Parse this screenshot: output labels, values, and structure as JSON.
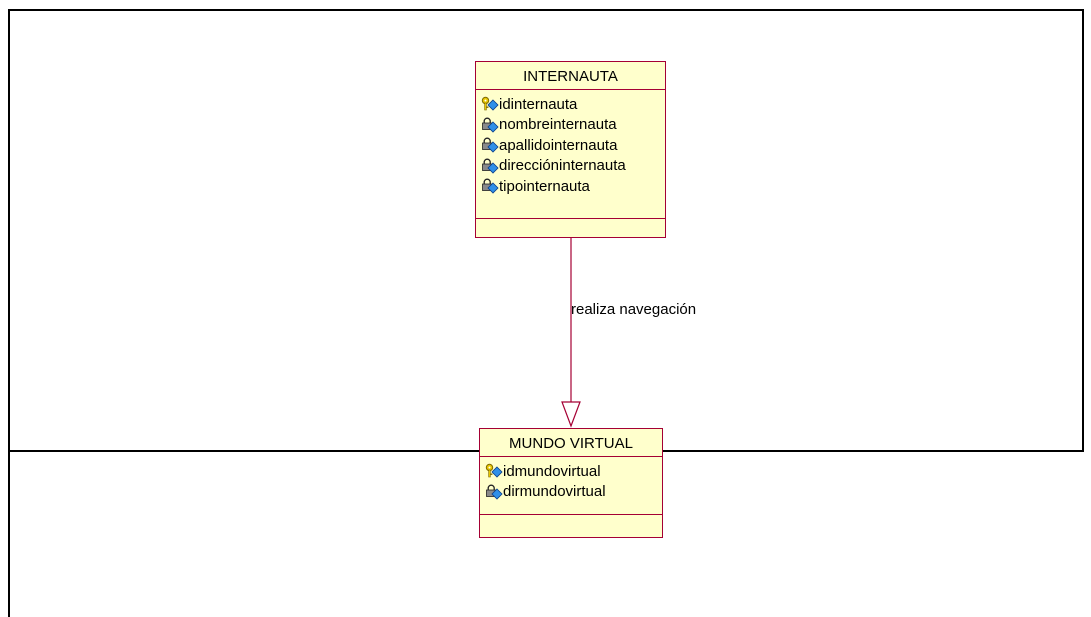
{
  "diagram": {
    "classes": [
      {
        "name": "INTERNAUTA",
        "attributes": [
          {
            "name": "idinternauta",
            "icon": "key-attribute-icon"
          },
          {
            "name": "nombreinternauta",
            "icon": "lock-attribute-icon"
          },
          {
            "name": "apallidointernauta",
            "icon": "lock-attribute-icon"
          },
          {
            "name": "direccióninternauta",
            "icon": "lock-attribute-icon"
          },
          {
            "name": "tipointernauta",
            "icon": "lock-attribute-icon"
          }
        ]
      },
      {
        "name": "MUNDO VIRTUAL",
        "attributes": [
          {
            "name": "idmundovirtual",
            "icon": "key-attribute-icon"
          },
          {
            "name": "dirmundovirtual",
            "icon": "lock-attribute-icon"
          }
        ]
      }
    ],
    "association": {
      "label": "realiza navegación",
      "from": "INTERNAUTA",
      "to": "MUNDO VIRTUAL"
    },
    "colors": {
      "class_fill": "#ffffcc",
      "class_border": "#a50034",
      "connector": "#a50034"
    }
  }
}
